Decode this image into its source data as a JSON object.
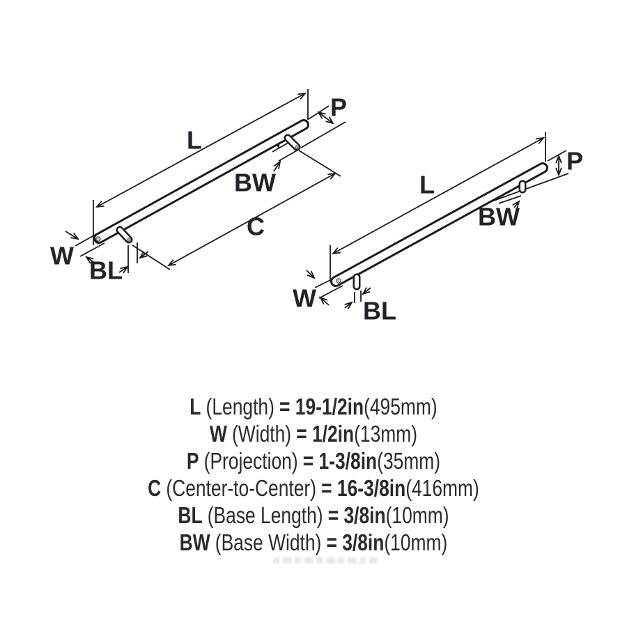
{
  "page": {
    "background_color": "#ffffff",
    "line_color": "#1b1b1e",
    "text_color": "#2a2a30"
  },
  "drawings": {
    "left": {
      "labels": {
        "length": "L",
        "projection": "P",
        "base_width": "BW",
        "center_to_center": "C",
        "width": "W",
        "base_length": "BL"
      }
    },
    "right": {
      "labels": {
        "length": "L",
        "projection": "P",
        "base_width": "BW",
        "width": "W",
        "base_length": "BL"
      }
    }
  },
  "specs": [
    {
      "abbr": "L",
      "label": "(Length)",
      "value": "= 19-1/2in",
      "metric": "(495mm)"
    },
    {
      "abbr": "W",
      "label": "(Width)",
      "value": "= 1/2in",
      "metric": "(13mm)"
    },
    {
      "abbr": "P",
      "label": "(Projection)",
      "value": "= 1-3/8in",
      "metric": "(35mm)"
    },
    {
      "abbr": "C",
      "label": "(Center-to-Center)",
      "value": "= 16-3/8in",
      "metric": "(416mm)"
    },
    {
      "abbr": "BL",
      "label": "(Base Length)",
      "value": "= 3/8in",
      "metric": "(10mm)"
    },
    {
      "abbr": "BW",
      "label": "(Base Width)",
      "value": "= 3/8in",
      "metric": "(10mm)"
    }
  ]
}
